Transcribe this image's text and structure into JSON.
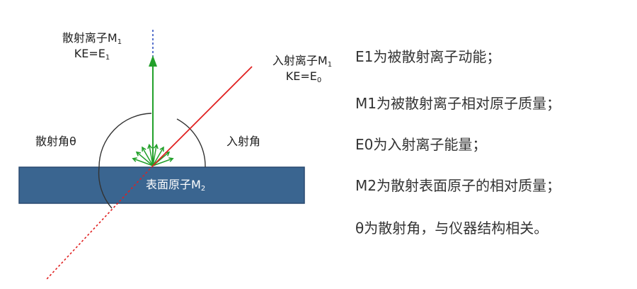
{
  "diagram": {
    "scattered_ion": {
      "name": "散射离子M",
      "sub": "1",
      "ke_prefix": "KE=E",
      "ke_sub": "1"
    },
    "incident_ion": {
      "name": "入射离子M",
      "sub": "1",
      "ke_prefix": "KE=E",
      "ke_sub": "0"
    },
    "scatter_angle_label": "散射角θ",
    "incident_angle_label": "入射角",
    "surface_label": {
      "text": "表面原子M",
      "sub": "2"
    },
    "colors": {
      "surface_fill": "#3a6590",
      "surface_stroke": "#2a4a70",
      "scattered_ray": "#22a02a",
      "incident_ray": "#e02020",
      "vertical_dotted": "#3050c0",
      "arc": "#333333"
    }
  },
  "descriptions": [
    "E1为被散射离子动能；",
    "M1为被散射离子相对原子质量；",
    "E0为入射离子能量；",
    "M2为散射表面原子的相对质量；",
    "θ为散射角，与仪器结构相关。"
  ]
}
